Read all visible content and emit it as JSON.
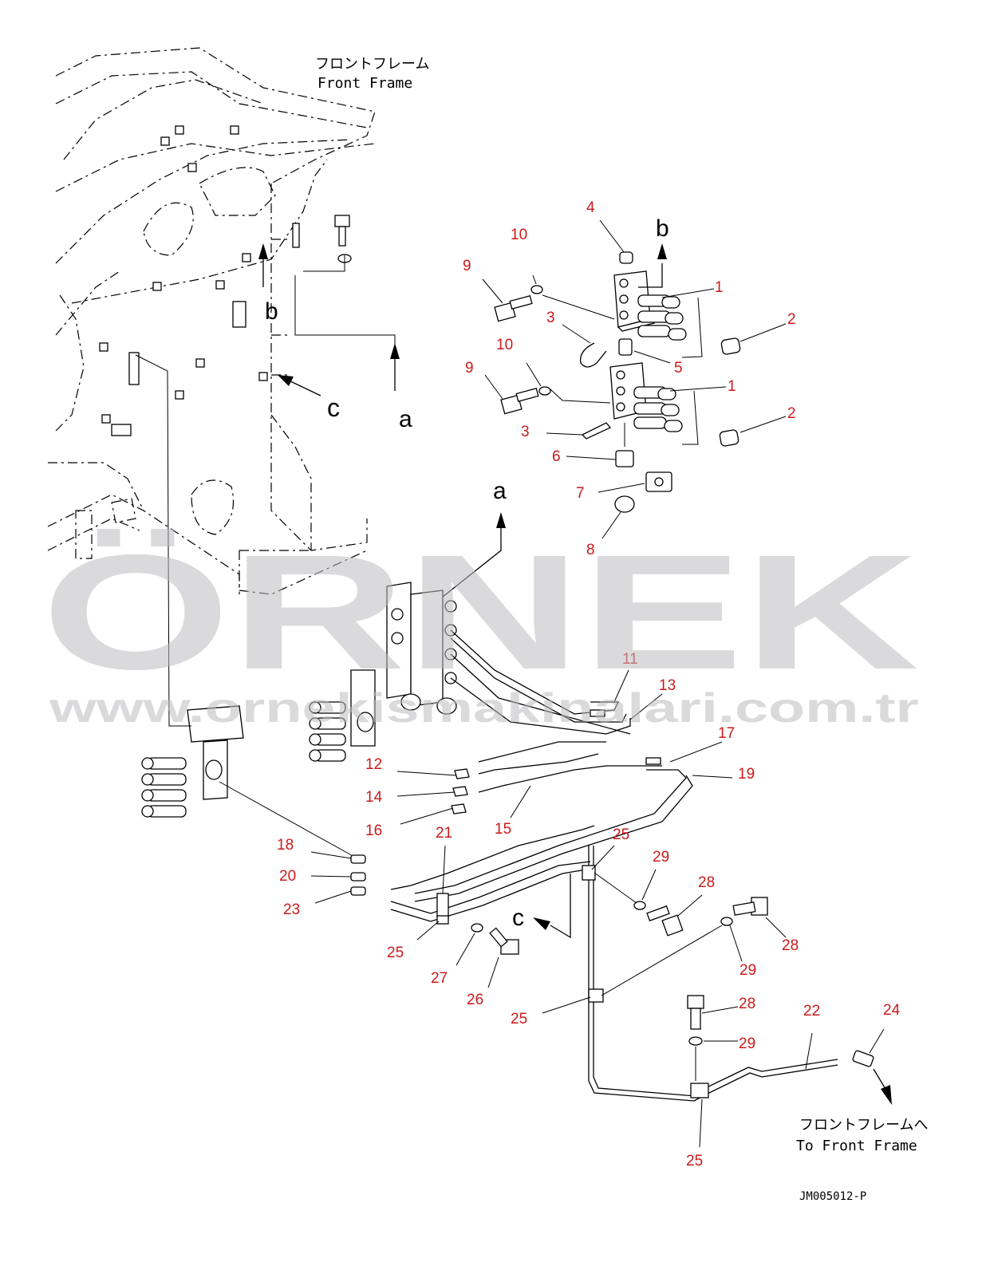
{
  "frame_label": {
    "jp": "フロントフレーム",
    "en": "Front Frame"
  },
  "to_frame_label": {
    "jp": "フロントフレームへ",
    "en": "To Front Frame"
  },
  "drawing_code": "JM005012-P",
  "view_markers": {
    "a": "a",
    "b": "b",
    "c": "c"
  },
  "watermark": {
    "brand": "ÖRNEK",
    "url": "www.ornekismakinalari.com.tr"
  },
  "callouts": {
    "c1a": "1",
    "c1b": "1",
    "c2a": "2",
    "c2b": "2",
    "c3a": "3",
    "c3b": "3",
    "c4": "4",
    "c5": "5",
    "c6": "6",
    "c7": "7",
    "c8": "8",
    "c9a": "9",
    "c9b": "9",
    "c10a": "10",
    "c10b": "10",
    "c11": "11",
    "c12": "12",
    "c13": "13",
    "c14": "14",
    "c15": "15",
    "c16": "16",
    "c17": "17",
    "c18": "18",
    "c19": "19",
    "c20": "20",
    "c21": "21",
    "c22": "22",
    "c23": "23",
    "c24": "24",
    "c25a": "25",
    "c25b": "25",
    "c25c": "25",
    "c25d": "25",
    "c26": "26",
    "c27": "27",
    "c28a": "28",
    "c28b": "28",
    "c28c": "28",
    "c29a": "29",
    "c29b": "29",
    "c29c": "29"
  },
  "colors": {
    "callout": "#cc1a1a",
    "line": "#000000",
    "watermark": "#bdbdc0"
  }
}
